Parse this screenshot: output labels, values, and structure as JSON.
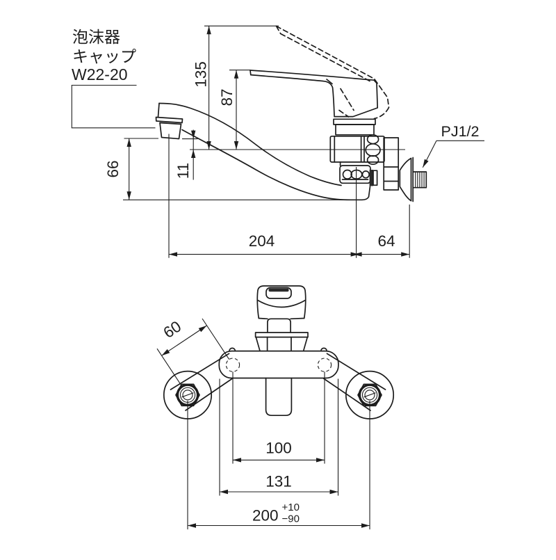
{
  "drawing": {
    "background": "#ffffff",
    "line_color": "#1c1c1c",
    "labels": {
      "aerator_line1": "泡沫器",
      "aerator_line2": "キャップ",
      "aerator_line3": "W22-20",
      "connection": "PJ1/2"
    },
    "side_view": {
      "description": "wall-mounted single-lever faucet, side elevation",
      "dims": {
        "handle_up_height": "135",
        "handle_height": "87",
        "spout_outlet_offset": "11",
        "outlet_clearance": "66",
        "spout_reach": "204",
        "wall_offset": "64"
      }
    },
    "front_view": {
      "description": "wall-mounted single-lever faucet, front elevation",
      "dims": {
        "eccentric_leg": "60",
        "inlet_pitch": "100",
        "body_width": "131",
        "mounting_pitch": "200",
        "mounting_tol_plus": "+10",
        "mounting_tol_minus": "−90"
      }
    }
  }
}
